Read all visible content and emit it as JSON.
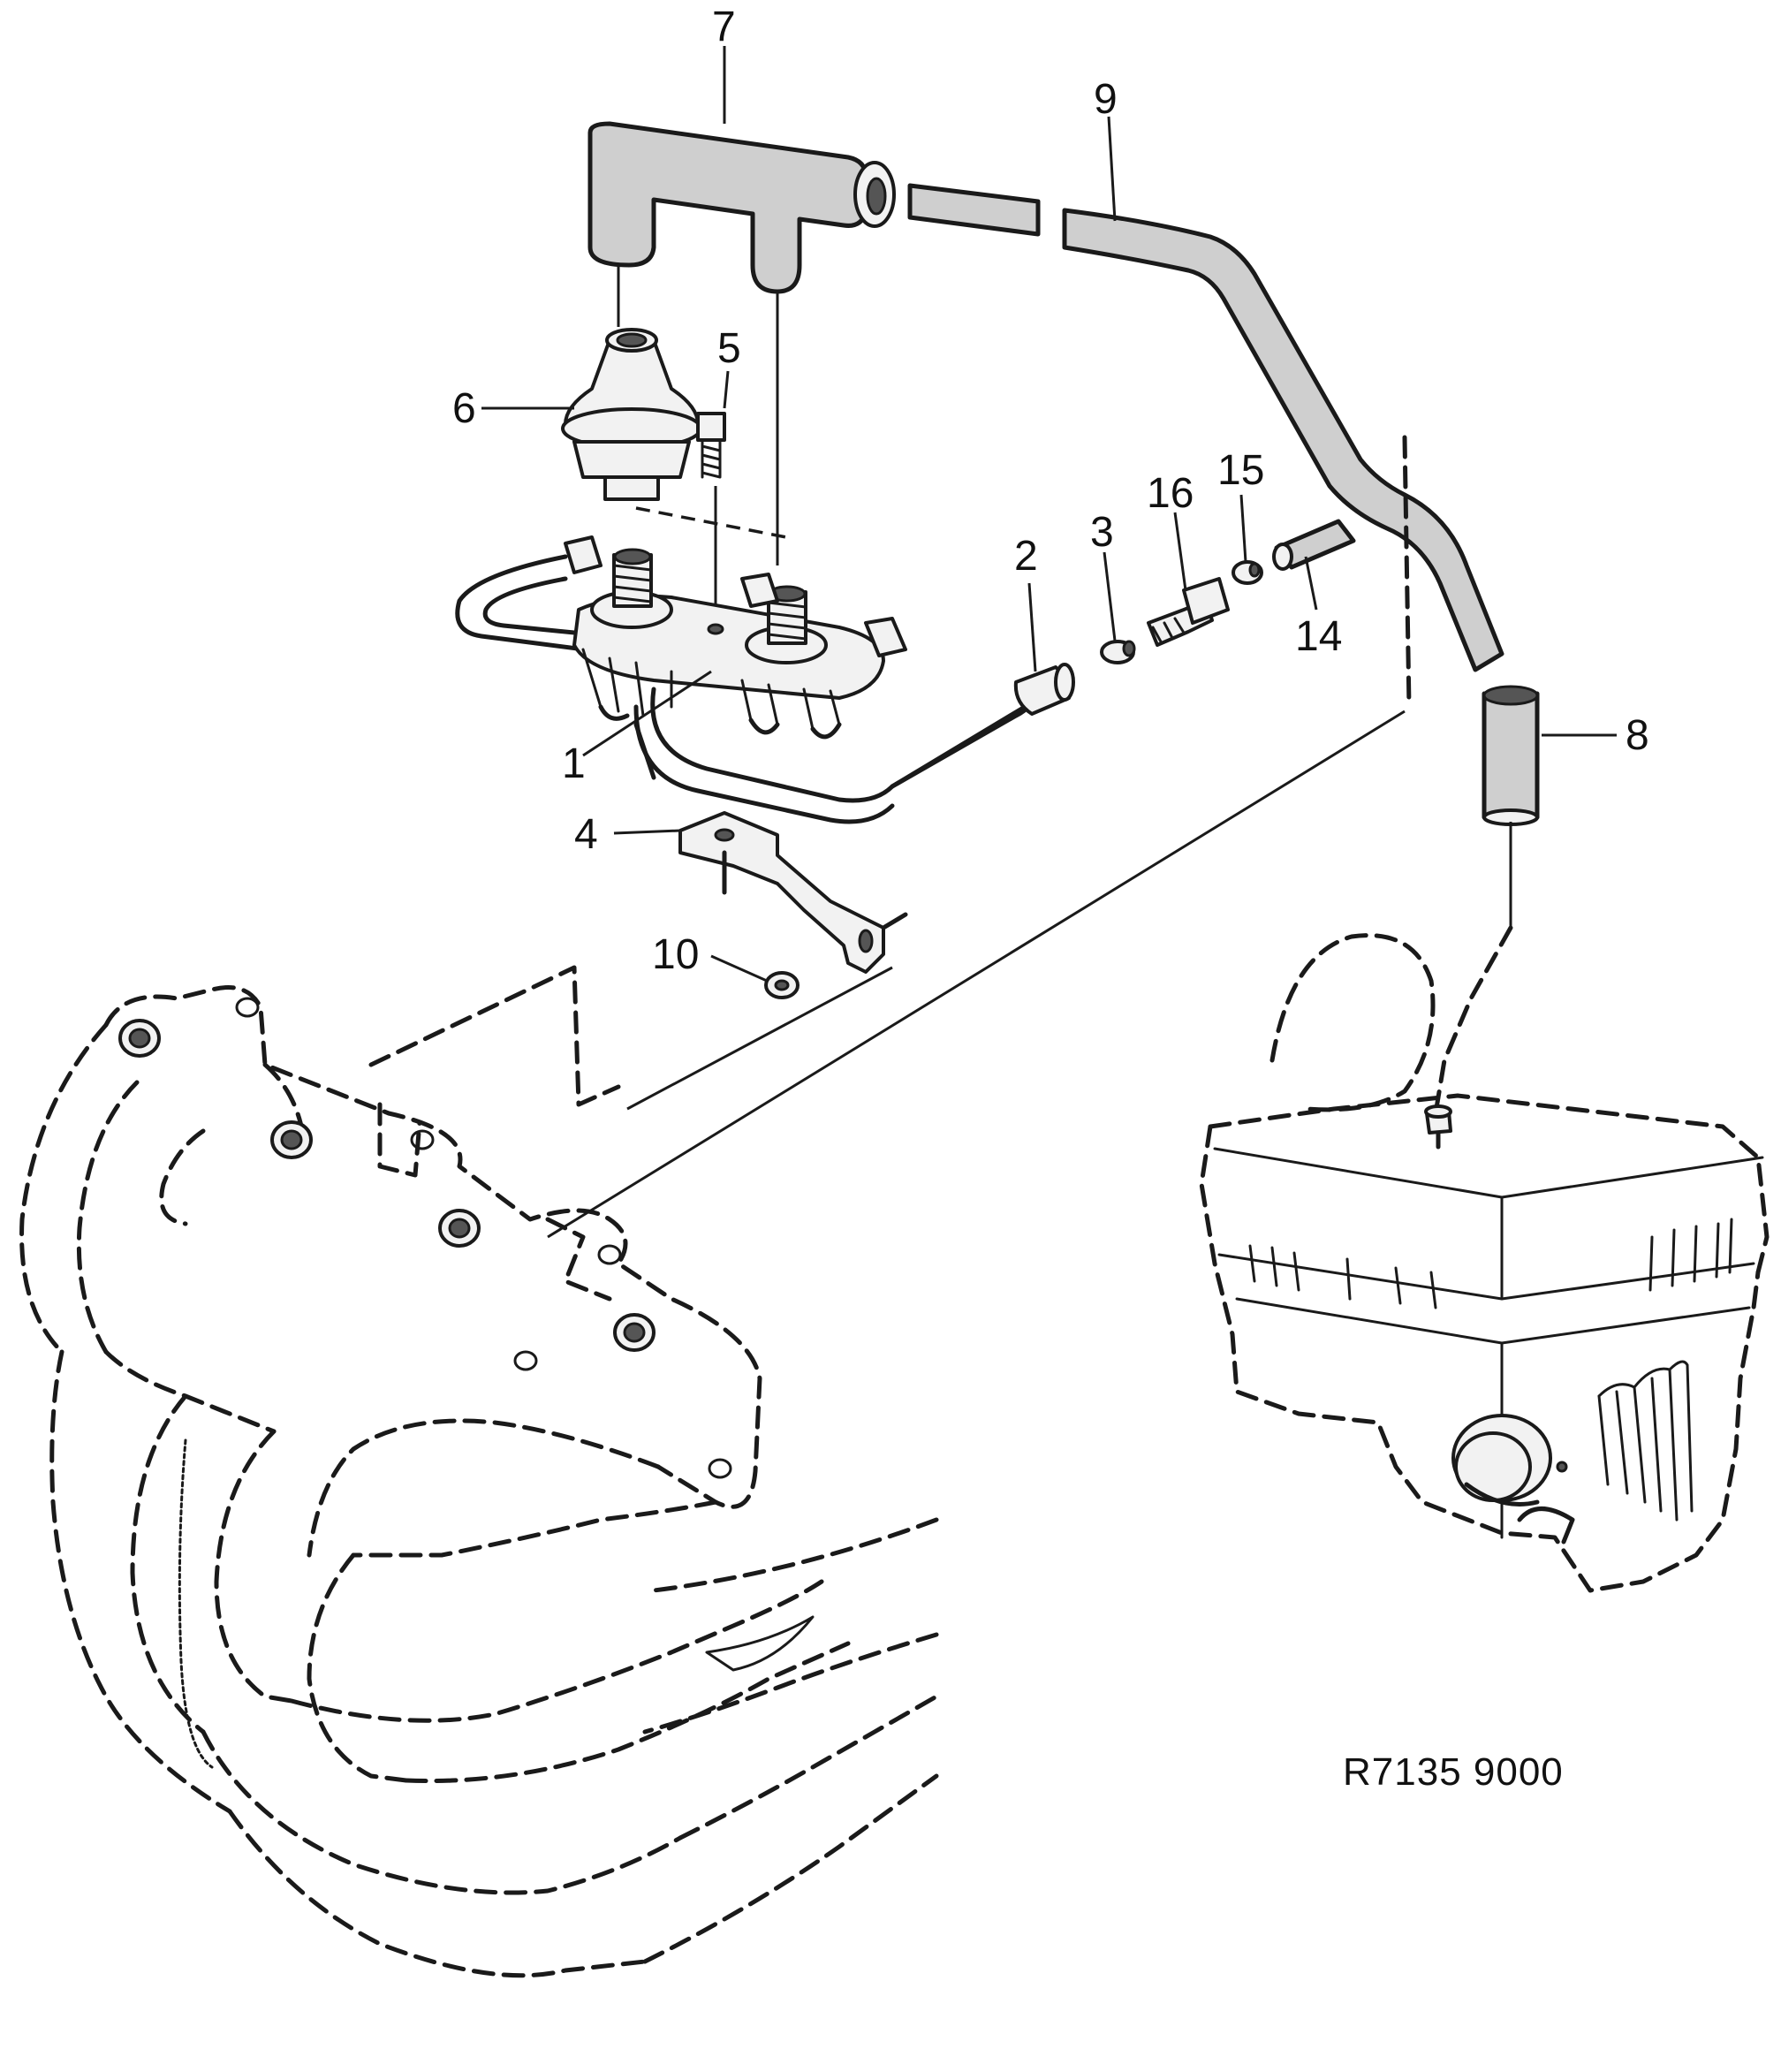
{
  "callouts": {
    "c1": "1",
    "c2": "2",
    "c3": "3",
    "c4": "4",
    "c5": "5",
    "c6": "6",
    "c7": "7",
    "c8": "8",
    "c9": "9",
    "c10": "10",
    "c14": "14",
    "c15": "15",
    "c16": "16"
  },
  "reference_code": "R7135  9000"
}
